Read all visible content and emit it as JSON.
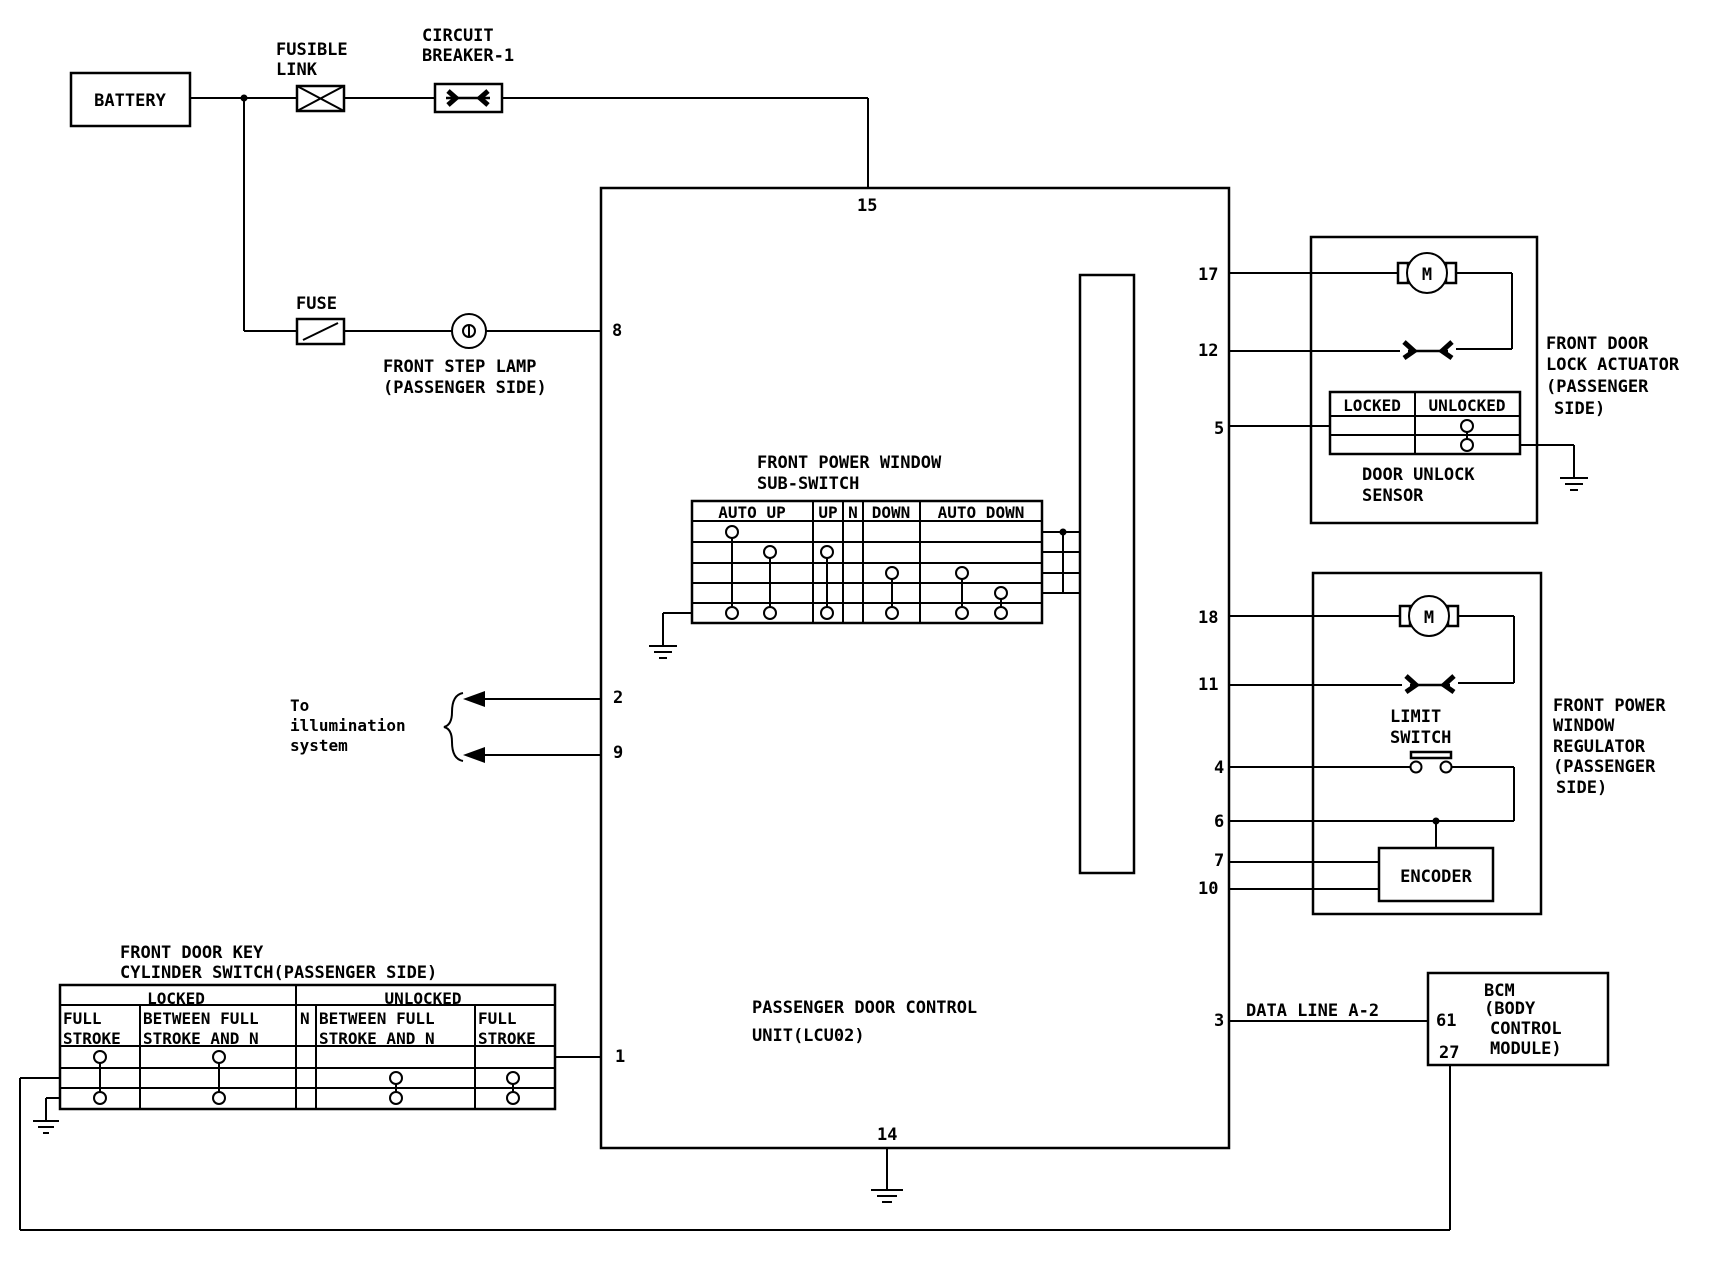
{
  "battery": {
    "label": "BATTERY"
  },
  "fusible_link": {
    "line1": "FUSIBLE",
    "line2": "LINK"
  },
  "circuit_breaker": {
    "line1": "CIRCUIT",
    "line2": "BREAKER-1"
  },
  "fuse": {
    "label": "FUSE"
  },
  "step_lamp": {
    "line1": "FRONT STEP LAMP",
    "line2": "(PASSENGER SIDE)"
  },
  "illumination": {
    "line1": "To",
    "line2": "illumination",
    "line3": "system"
  },
  "sub_switch": {
    "title1": "FRONT POWER WINDOW",
    "title2": "SUB-SWITCH",
    "headers": [
      "AUTO UP",
      "UP",
      "N",
      "DOWN",
      "AUTO DOWN"
    ]
  },
  "lcu": {
    "line1": "PASSENGER DOOR CONTROL",
    "line2": "UNIT(LCU02)"
  },
  "pins": {
    "p15": "15",
    "p8": "8",
    "p2": "2",
    "p9": "9",
    "p1": "1",
    "p14": "14",
    "p3": "3",
    "p17": "17",
    "p12": "12",
    "p5": "5",
    "p18": "18",
    "p11": "11",
    "p4": "4",
    "p6": "6",
    "p7": "7",
    "p10": "10"
  },
  "lock_actuator": {
    "line1": "FRONT DOOR",
    "line2": "LOCK ACTUATOR",
    "line3": "(PASSENGER",
    "line4": "SIDE)",
    "motor": "M",
    "sensor_headers": [
      "LOCKED",
      "UNLOCKED"
    ],
    "sensor1": "DOOR UNLOCK",
    "sensor2": "SENSOR"
  },
  "window_regulator": {
    "line1": "FRONT POWER",
    "line2": "WINDOW",
    "line3": "REGULATOR",
    "line4": "(PASSENGER",
    "line5": "SIDE)",
    "motor": "M",
    "limit1": "LIMIT",
    "limit2": "SWITCH",
    "encoder": "ENCODER"
  },
  "data_line": {
    "label": "DATA LINE A-2"
  },
  "bcm": {
    "line1": "BCM",
    "line2": "(BODY",
    "line3": "CONTROL",
    "line4": "MODULE)",
    "pin61": "61",
    "pin27": "27"
  },
  "key_switch": {
    "title1": "FRONT DOOR KEY",
    "title2": "CYLINDER SWITCH(PASSENGER SIDE)",
    "locked": "LOCKED",
    "unlocked": "UNLOCKED",
    "full1": "FULL",
    "stroke1": "STROKE",
    "between1": "BETWEEN FULL",
    "between2": "STROKE AND N",
    "n": "N",
    "between3": "BETWEEN FULL",
    "between4": "STROKE AND N",
    "full2": "FULL",
    "stroke2": "STROKE"
  }
}
